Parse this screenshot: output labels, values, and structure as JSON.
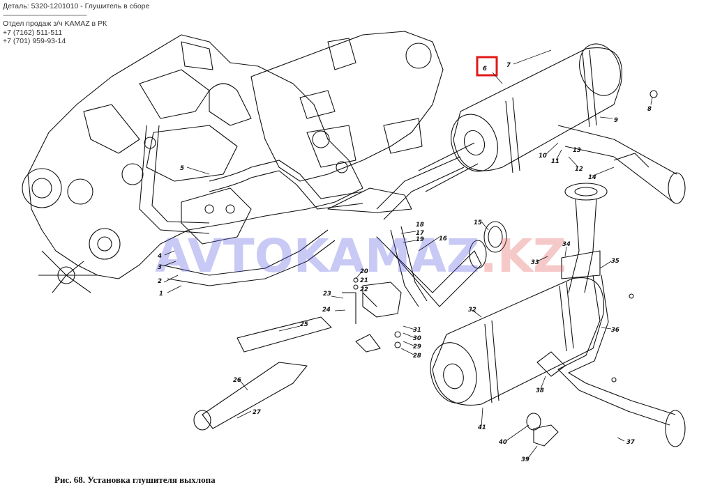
{
  "header": {
    "detail_line": "Деталь: 5320-1201010 - Глушитель в сборе",
    "separator": "------------------------------------------------",
    "sales_dept": "Отдел продаж з/ч KAMAZ в РК",
    "phone1": "+7 (7162) 511-511",
    "phone2": "+7 (701) 959-93-14"
  },
  "watermark": {
    "part1": "AVTOKAMAZ",
    "part2": ".KZ",
    "color1": "#5a5ae6",
    "color2": "#e65a5a"
  },
  "caption": "Рис. 68. Установка глушителя выхлопа",
  "highlight": {
    "label": "6",
    "color": "#e01818"
  },
  "callouts": [
    "1",
    "2",
    "3",
    "4",
    "5",
    "6",
    "7",
    "8",
    "9",
    "10",
    "11",
    "12",
    "13",
    "14",
    "15",
    "16",
    "17",
    "18",
    "19",
    "20",
    "21",
    "22",
    "23",
    "24",
    "25",
    "26",
    "27",
    "28",
    "29",
    "30",
    "31",
    "32",
    "33",
    "34",
    "35",
    "36",
    "37",
    "38",
    "39",
    "40",
    "41"
  ]
}
